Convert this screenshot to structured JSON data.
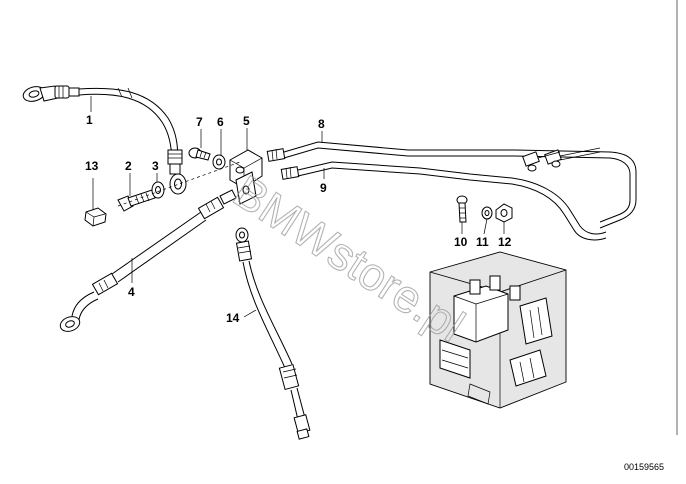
{
  "diagram": {
    "labels": {
      "p1": "1",
      "p2": "2",
      "p3": "3",
      "p4": "4",
      "p5": "5",
      "p6": "6",
      "p7": "7",
      "p8": "8",
      "p9": "9",
      "p10": "10",
      "p11": "11",
      "p12": "12",
      "p13": "13",
      "p14": "14"
    },
    "watermark": "BMWstore.pl",
    "drawing_number": "00159565"
  }
}
